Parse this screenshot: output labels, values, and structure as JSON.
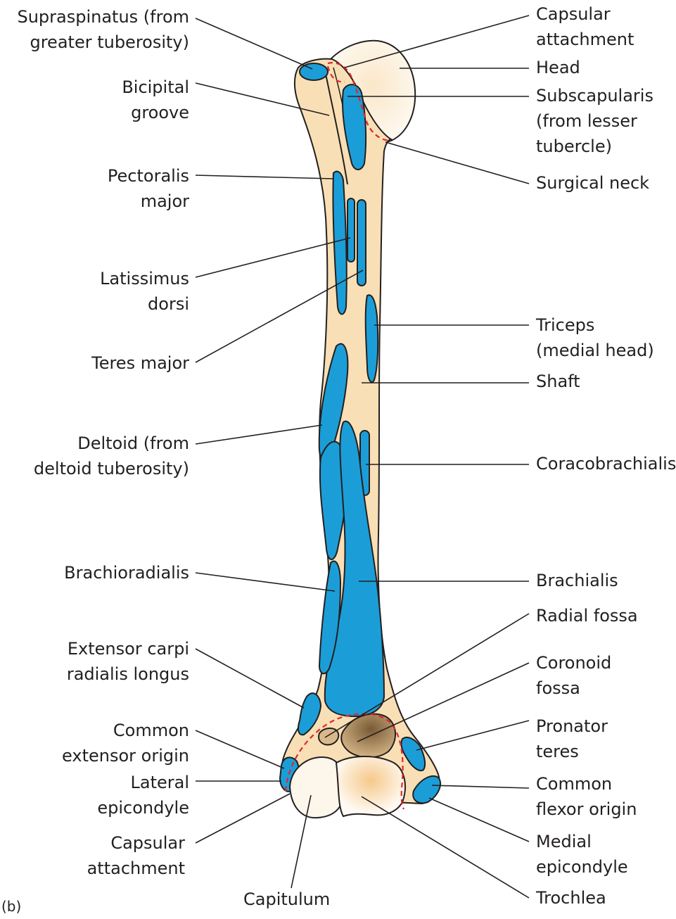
{
  "panel_marker": "(b)",
  "labels_left": {
    "supraspinatus": [
      "Supraspinatus (from",
      "greater tuberosity)"
    ],
    "bicipital_groove": [
      "Bicipital",
      "groove"
    ],
    "pectoralis_major": [
      "Pectoralis",
      "major"
    ],
    "latissimus_dorsi": [
      "Latissimus",
      "dorsi"
    ],
    "teres_major": [
      "Teres major"
    ],
    "deltoid": [
      "Deltoid (from",
      "deltoid tuberosity)"
    ],
    "brachioradialis": [
      "Brachioradialis"
    ],
    "extensor_carpi": [
      "Extensor carpi",
      "radialis longus"
    ],
    "common_extensor": [
      "Common",
      "extensor origin"
    ],
    "lateral_epicondyle": [
      "Lateral",
      "epicondyle"
    ],
    "capsular_attachment_lower": [
      "Capsular",
      "attachment"
    ]
  },
  "labels_bottom": {
    "capitulum": [
      "Capitulum"
    ]
  },
  "labels_right": {
    "capsular_attachment_upper": [
      "Capsular",
      "attachment"
    ],
    "head": [
      "Head"
    ],
    "subscapularis": [
      "Subscapularis",
      "(from lesser",
      "tubercle)"
    ],
    "surgical_neck": [
      "Surgical neck"
    ],
    "triceps": [
      "Triceps",
      "(medial head)"
    ],
    "shaft": [
      "Shaft"
    ],
    "coracobrachialis": [
      "Coracobrachialis"
    ],
    "brachialis": [
      "Brachialis"
    ],
    "radial_fossa": [
      "Radial fossa"
    ],
    "coronoid_fossa": [
      "Coronoid",
      "fossa"
    ],
    "pronator_teres": [
      "Pronator",
      "teres"
    ],
    "common_flexor": [
      "Common",
      "flexor origin"
    ],
    "medial_epicondyle": [
      "Medial",
      "epicondyle"
    ],
    "trochlea": [
      "Trochlea"
    ]
  },
  "colors": {
    "bone": "#f9dfb5",
    "head": "#fdf6ea",
    "muscle": "#1b9ed8",
    "outline": "#231f20",
    "capsule": "#e0262f",
    "fossa": "#b58f5e"
  }
}
